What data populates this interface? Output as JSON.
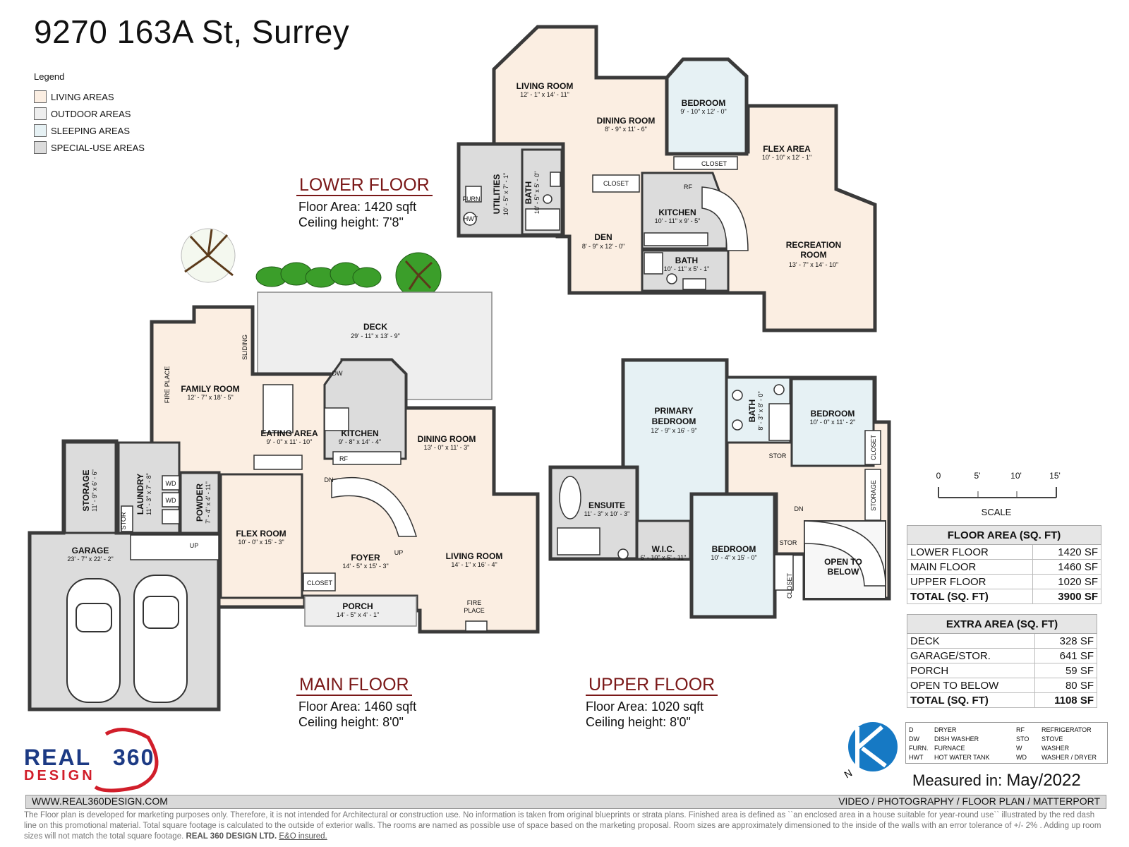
{
  "title": "9270 163A St, Surrey",
  "legend": {
    "heading": "Legend",
    "items": [
      {
        "label": "LIVING AREAS",
        "color": "#fbeee2"
      },
      {
        "label": "OUTDOOR AREAS",
        "color": "#eeeeee"
      },
      {
        "label": "SLEEPING AREAS",
        "color": "#e6f1f4"
      },
      {
        "label": "SPECIAL-USE AREAS",
        "color": "#dcdcdc"
      }
    ]
  },
  "floors": {
    "lower": {
      "label": "LOWER FLOOR",
      "area": "Floor Area: 1420 sqft",
      "ceiling": "Ceiling height: 7'8\""
    },
    "main": {
      "label": "MAIN FLOOR",
      "area": "Floor Area: 1460 sqft",
      "ceiling": "Ceiling height: 8'0\""
    },
    "upper": {
      "label": "UPPER FLOOR",
      "area": "Floor Area: 1020 sqft",
      "ceiling": "Ceiling height: 8'0\""
    }
  },
  "rooms": {
    "lower": [
      {
        "name": "LIVING ROOM",
        "dim": "12' - 1\" x 14' - 11\""
      },
      {
        "name": "DINING ROOM",
        "dim": "8' - 9\" x 11' - 6\""
      },
      {
        "name": "BEDROOM",
        "dim": "9' - 10\" x 12' - 0\""
      },
      {
        "name": "FLEX AREA",
        "dim": "10' - 10\" x 12' - 1\""
      },
      {
        "name": "UTILITIES",
        "dim": "10' - 5\" x 7' - 1\""
      },
      {
        "name": "BATH",
        "dim": "10' - 5\" x 5' - 0\""
      },
      {
        "name": "KITCHEN",
        "dim": "10' - 11\" x 9' - 5\""
      },
      {
        "name": "DEN",
        "dim": "8' - 9\" x 12' - 0\""
      },
      {
        "name": "BATH",
        "dim": "10' - 11\" x 5' - 1\""
      },
      {
        "name": "RECREATION",
        "name2": "ROOM",
        "dim": "13' - 7\" x 14' - 10\""
      }
    ],
    "main": [
      {
        "name": "FAMILY ROOM",
        "dim": "12' - 7\" x 18' - 5\""
      },
      {
        "name": "DECK",
        "dim": "29' - 11\" x 13' - 9\""
      },
      {
        "name": "EATING AREA",
        "dim": "9' - 0\" x 11' - 10\""
      },
      {
        "name": "KITCHEN",
        "dim": "9' - 8\" x 14' - 4\""
      },
      {
        "name": "DINING ROOM",
        "dim": "13' - 0\" x 11' - 3\""
      },
      {
        "name": "STORAGE",
        "dim": "11' - 9\" x 6' - 6\""
      },
      {
        "name": "LAUNDRY",
        "dim": "11' - 3\" x 7' - 8\""
      },
      {
        "name": "POWDER",
        "dim": "7' - 4\" x 4' - 11\""
      },
      {
        "name": "FLEX ROOM",
        "dim": "10' - 0\" x 15' - 3\""
      },
      {
        "name": "FOYER",
        "dim": "14' - 5\" x 15' - 3\""
      },
      {
        "name": "LIVING ROOM",
        "dim": "14' - 1\" x 16' - 4\""
      },
      {
        "name": "GARAGE",
        "dim": "23' - 7\" x 22' - 2\""
      },
      {
        "name": "PORCH",
        "dim": "14' - 5\" x 4' - 1\""
      }
    ],
    "upper": [
      {
        "name": "PRIMARY",
        "name2": "BEDROOM",
        "dim": "12' - 9\" x 16' - 9\""
      },
      {
        "name": "BATH",
        "dim": "8' - 3\" x 8' - 0\""
      },
      {
        "name": "BEDROOM",
        "dim": "10' - 0\" x 11' - 2\""
      },
      {
        "name": "ENSUITE",
        "dim": "11' - 3\" x 10' - 3\""
      },
      {
        "name": "W.I.C.",
        "dim": "6' - 10\" x 5' - 11\""
      },
      {
        "name": "BEDROOM",
        "dim": "10' - 4\" x 15' - 0\""
      },
      {
        "name": "OPEN TO",
        "name2": "BELOW",
        "dim": ""
      }
    ]
  },
  "plan_labels": {
    "closet": "CLOSET",
    "furn": "FURN",
    "hwt": "HWT",
    "rf": "RF",
    "dw": "DW",
    "wd": "WD",
    "stor": "STOR",
    "storage": "STORAGE",
    "sliding": "SLIDING",
    "fireplace": "FIRE PLACE",
    "fire": "FIRE",
    "place": "PLACE",
    "up": "UP",
    "dn": "DN"
  },
  "scale": {
    "ticks": [
      "0",
      "5'",
      "10'",
      "15'"
    ],
    "label": "SCALE"
  },
  "floor_area_table": {
    "heading": "FLOOR AREA (SQ. FT)",
    "rows": [
      {
        "label": "LOWER FLOOR",
        "value": "1420 SF"
      },
      {
        "label": "MAIN FLOOR",
        "value": "1460 SF"
      },
      {
        "label": "UPPER FLOOR",
        "value": "1020 SF"
      }
    ],
    "total": {
      "label": "TOTAL (SQ. FT)",
      "value": "3900 SF"
    }
  },
  "extra_area_table": {
    "heading": "EXTRA AREA (SQ. FT)",
    "rows": [
      {
        "label": "DECK",
        "value": "328 SF"
      },
      {
        "label": "GARAGE/STOR.",
        "value": "641 SF"
      },
      {
        "label": "PORCH",
        "value": "59 SF"
      },
      {
        "label": "OPEN TO BELOW",
        "value": "80 SF"
      }
    ],
    "total": {
      "label": "TOTAL (SQ. FT)",
      "value": "1108 SF"
    }
  },
  "abbreviations": {
    "left_codes": [
      "D",
      "DW",
      "FURN.",
      "HWT"
    ],
    "left_names": [
      "DRYER",
      "DISH WASHER",
      "FURNACE",
      "HOT WATER TANK"
    ],
    "right_codes": [
      "RF",
      "STO",
      "W",
      "WD"
    ],
    "right_names": [
      "REFRIGERATOR",
      "STOVE",
      "WASHER",
      "WASHER / DRYER"
    ]
  },
  "compass": {
    "letter": "N"
  },
  "measured": {
    "label": "Measured in:",
    "date": "May/2022"
  },
  "logo": {
    "line1": "REAL",
    "line1b": "360",
    "line2": "DESIGN"
  },
  "footer": {
    "website": "WWW.REAL360DESIGN.COM",
    "services": "VIDEO / PHOTOGRAPHY / FLOOR PLAN / MATTERPORT",
    "disclaimer": "The Floor plan is developed for marketing purposes only. Therefore, it is not intended for Architectural or construction use. No information is taken from original blueprints or strata plans. Finished area is defined as ``an enclosed area in a house suitable for year-round use`` illustrated by the red dash line on this promotional material. Total square footage is calculated to the outside of exterior walls. The rooms are named as possible use of space based on the marketing proposal. Room sizes are approximately dimensioned to the inside of the walls with an error tolerance of +/- 2% . Adding up room sizes will not match the total square footage.",
    "company": "REAL 360 DESIGN LTD.",
    "insured": "E&O insured."
  }
}
